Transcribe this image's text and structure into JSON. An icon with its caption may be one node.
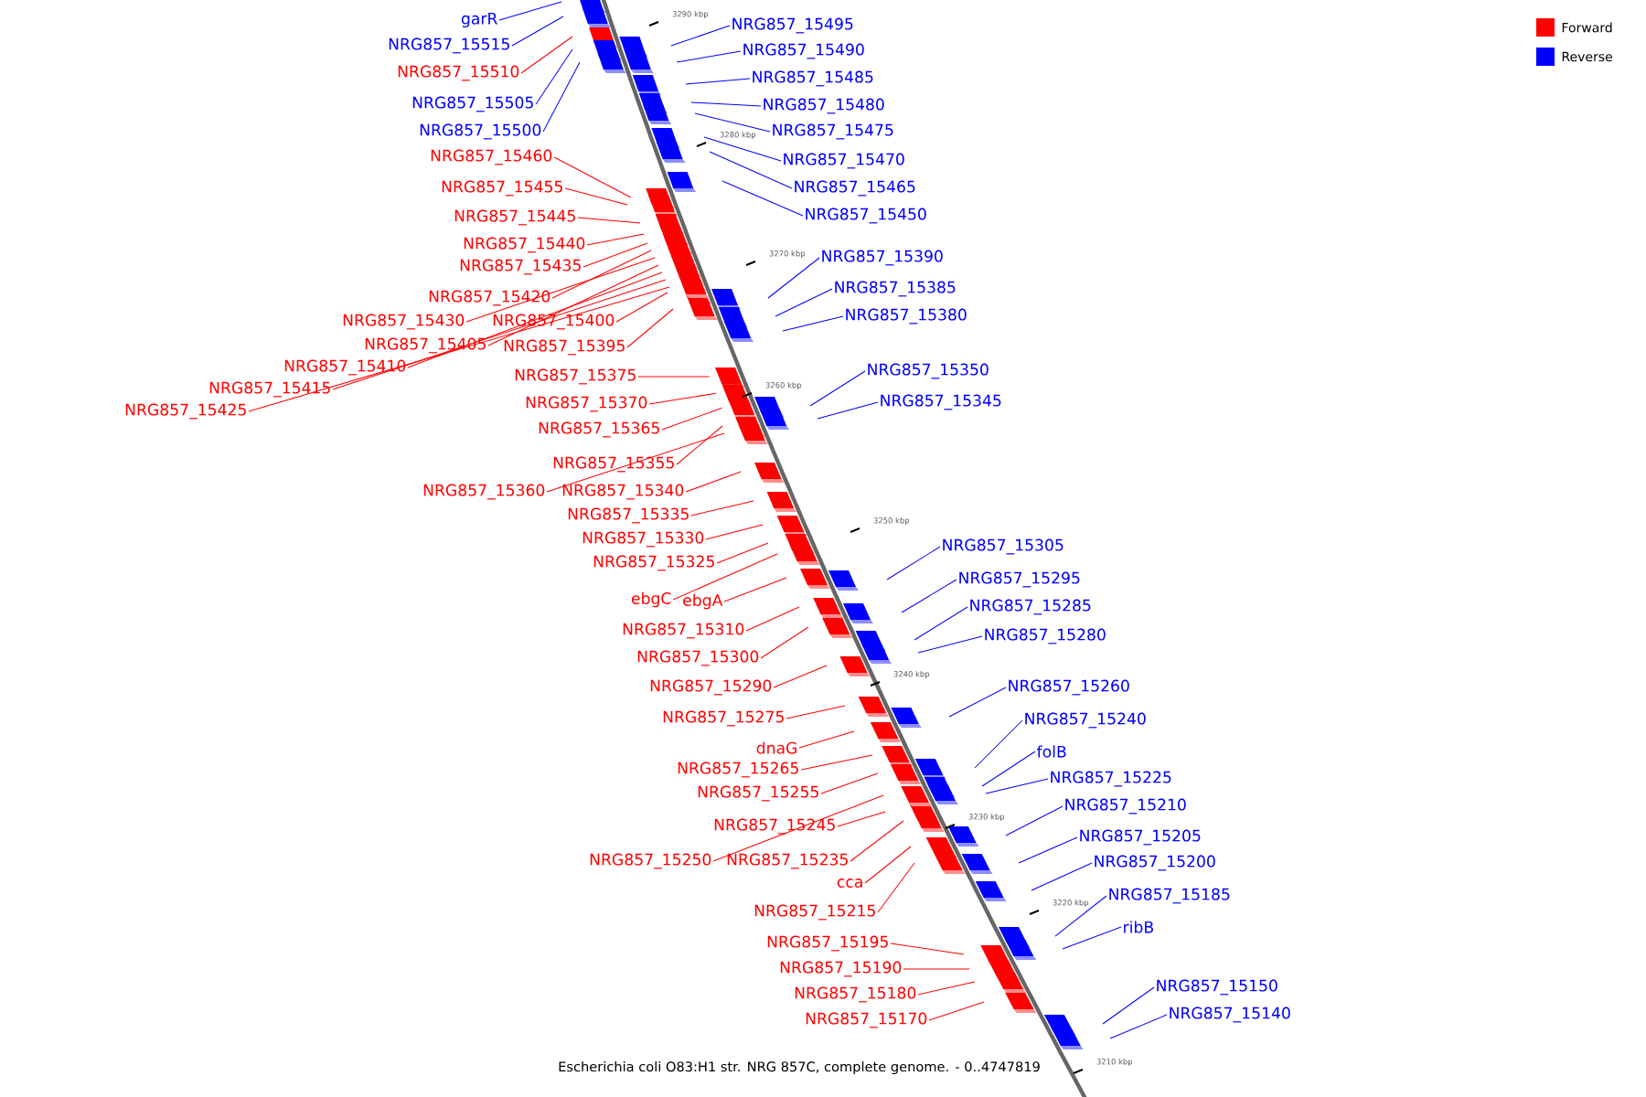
{
  "diagram": {
    "caption": "Escherichia coli O83:H1 str. NRG 857C, complete genome. - 0..4747819",
    "nodes": [
      {
        "text": [
          "garR"
        ]
      },
      {
        "text": [
          "NRG857_15515"
        ]
      },
      {
        "text": [
          "NRG857_15510"
        ]
      },
      {
        "text": [
          "NRG857_15505"
        ]
      },
      {
        "text": [
          "NRG857_15500"
        ]
      },
      {
        "text": [
          "NRG857_15495"
        ]
      },
      {
        "text": [
          "NRG857_15490"
        ]
      },
      {
        "text": [
          "NRG857_15485"
        ]
      },
      {
        "text": [
          "NRG857_15480"
        ]
      },
      {
        "text": [
          "NRG857_15475"
        ]
      },
      {
        "text": [
          "NRG857_15470"
        ]
      },
      {
        "text": [
          "NRG857_15465"
        ]
      },
      {
        "text": [
          "NRG857_15450"
        ]
      },
      {
        "text": [
          "NRG857_15460"
        ]
      },
      {
        "text": [
          "NRG857_15455"
        ]
      },
      {
        "text": [
          "NRG857_15445"
        ]
      },
      {
        "text": [
          "NRG857_15440"
        ]
      },
      {
        "text": [
          "NRG857_15435"
        ]
      },
      {
        "text": [
          "NRG857_15420"
        ]
      },
      {
        "text": [
          "NRG857_15430"
        ]
      },
      {
        "text": [
          "NRG857_15400"
        ]
      },
      {
        "text": [
          "NRG857_15405"
        ]
      },
      {
        "text": [
          "NRG857_15395"
        ]
      },
      {
        "text": [
          "NRG857_15410"
        ]
      },
      {
        "text": [
          "NRG857_15415"
        ]
      },
      {
        "text": [
          "NRG857_15425"
        ]
      },
      {
        "text": [
          "NRG857_15390"
        ]
      },
      {
        "text": [
          "NRG857_15385"
        ]
      },
      {
        "text": [
          "NRG857_15380"
        ]
      },
      {
        "text": [
          "NRG857_15375"
        ]
      },
      {
        "text": [
          "NRG857_15370"
        ]
      },
      {
        "text": [
          "NRG857_15350"
        ]
      },
      {
        "text": [
          "NRG857_15345"
        ]
      },
      {
        "text": [
          "NRG857_15365"
        ]
      },
      {
        "text": [
          "NRG857_15355"
        ]
      },
      {
        "text": [
          "NRG857_15360"
        ]
      },
      {
        "text": [
          "NRG857_15340"
        ]
      },
      {
        "text": [
          "NRG857_15335"
        ]
      },
      {
        "text": [
          "NRG857_15330"
        ]
      },
      {
        "text": [
          "NRG857_15325"
        ]
      },
      {
        "text": [
          "ebgC"
        ]
      },
      {
        "text": [
          "ebgA"
        ]
      },
      {
        "text": [
          "NRG857_15310"
        ]
      },
      {
        "text": [
          "NRG857_15300"
        ]
      },
      {
        "text": [
          "NRG857_15305"
        ]
      },
      {
        "text": [
          "NRG857_15295"
        ]
      },
      {
        "text": [
          "NRG857_15285"
        ]
      },
      {
        "text": [
          "NRG857_15280"
        ]
      },
      {
        "text": [
          "NRG857_15290"
        ]
      },
      {
        "text": [
          "NRG857_15260"
        ]
      },
      {
        "text": [
          "NRG857_15275"
        ]
      },
      {
        "text": [
          "NRG857_15240"
        ]
      },
      {
        "text": [
          "dnaG"
        ]
      },
      {
        "text": [
          "folB"
        ]
      },
      {
        "text": [
          "NRG857_15265"
        ]
      },
      {
        "text": [
          "NRG857_15225"
        ]
      },
      {
        "text": [
          "NRG857_15255"
        ]
      },
      {
        "text": [
          "NRG857_15210"
        ]
      },
      {
        "text": [
          "NRG857_15245"
        ]
      },
      {
        "text": [
          "NRG857_15205"
        ]
      },
      {
        "text": [
          "NRG857_15250"
        ]
      },
      {
        "text": [
          "NRG857_15235"
        ]
      },
      {
        "text": [
          "NRG857_15200"
        ]
      },
      {
        "text": [
          "cca"
        ]
      },
      {
        "text": [
          "NRG857_15185"
        ]
      },
      {
        "text": [
          "NRG857_15215"
        ]
      },
      {
        "text": [
          "ribB"
        ]
      },
      {
        "text": [
          "NRG857_15195"
        ]
      },
      {
        "text": [
          "NRG857_15190"
        ]
      },
      {
        "text": [
          "NRG857_15150"
        ]
      },
      {
        "text": [
          "NRG857_15180"
        ]
      },
      {
        "text": [
          "NRG857_15140"
        ]
      },
      {
        "text": [
          "NRG857_15170"
        ]
      }
    ],
    "edges": [
      {
        "from": 0,
        "to": null,
        "arrow": "none",
        "color": "#0000ff"
      },
      {
        "from": 1,
        "to": null,
        "arrow": "none",
        "color": "#0000ff"
      },
      {
        "from": 2,
        "to": null,
        "arrow": "none"
      },
      {
        "from": 3,
        "to": null,
        "arrow": "none",
        "color": "#0000ff"
      },
      {
        "from": 4,
        "to": null,
        "arrow": "none",
        "color": "#0000ff"
      },
      {
        "from": 5,
        "to": null,
        "arrow": "none",
        "color": "#0000ff"
      },
      {
        "from": 6,
        "to": null,
        "arrow": "none",
        "color": "#0000ff"
      },
      {
        "from": 7,
        "to": null,
        "arrow": "none",
        "color": "#0000ff"
      },
      {
        "from": 8,
        "to": null,
        "arrow": "none",
        "color": "#0000ff"
      },
      {
        "from": 9,
        "to": null,
        "arrow": "none",
        "color": "#0000ff"
      },
      {
        "from": 10,
        "to": null,
        "arrow": "none",
        "color": "#0000ff"
      },
      {
        "from": 11,
        "to": null,
        "arrow": "none",
        "color": "#0000ff"
      },
      {
        "from": 12,
        "to": null,
        "arrow": "none",
        "color": "#0000ff"
      },
      {
        "from": 13,
        "to": null,
        "arrow": "none"
      },
      {
        "from": 14,
        "to": null,
        "arrow": "none"
      },
      {
        "from": 15,
        "to": null,
        "arrow": "none"
      },
      {
        "from": 16,
        "to": null,
        "arrow": "none"
      },
      {
        "from": 17,
        "to": null,
        "arrow": "none"
      },
      {
        "from": 18,
        "to": null,
        "arrow": "none"
      },
      {
        "from": 19,
        "to": null,
        "arrow": "none"
      },
      {
        "from": 20,
        "to": null,
        "arrow": "none"
      },
      {
        "from": 21,
        "to": null,
        "arrow": "none"
      },
      {
        "from": 22,
        "to": null,
        "arrow": "none"
      },
      {
        "from": 23,
        "to": null,
        "arrow": "none"
      },
      {
        "from": 24,
        "to": null,
        "arrow": "none"
      },
      {
        "from": 25,
        "to": null,
        "arrow": "none"
      },
      {
        "from": 26,
        "to": null,
        "arrow": "none",
        "color": "#0000ff"
      },
      {
        "from": 27,
        "to": null,
        "arrow": "none",
        "color": "#0000ff"
      },
      {
        "from": 28,
        "to": null,
        "arrow": "none",
        "color": "#0000ff"
      },
      {
        "from": 29,
        "to": null,
        "arrow": "none"
      },
      {
        "from": 30,
        "to": null,
        "arrow": "none"
      },
      {
        "from": 31,
        "to": null,
        "arrow": "none",
        "color": "#0000ff"
      },
      {
        "from": 32,
        "to": null,
        "arrow": "none",
        "color": "#0000ff"
      },
      {
        "from": 33,
        "to": null,
        "arrow": "none"
      },
      {
        "from": 34,
        "to": null,
        "arrow": "none"
      },
      {
        "from": 35,
        "to": null,
        "arrow": "none"
      },
      {
        "from": 36,
        "to": null,
        "arrow": "none"
      },
      {
        "from": 37,
        "to": null,
        "arrow": "none"
      },
      {
        "from": 38,
        "to": null,
        "arrow": "none"
      },
      {
        "from": 39,
        "to": null,
        "arrow": "none"
      },
      {
        "from": 40,
        "to": null,
        "arrow": "none"
      },
      {
        "from": 41,
        "to": null,
        "arrow": "none"
      },
      {
        "from": 42,
        "to": null,
        "arrow": "none"
      },
      {
        "from": 43,
        "to": null,
        "arrow": "none"
      },
      {
        "from": 44,
        "to": null,
        "arrow": "none",
        "color": "#0000ff"
      },
      {
        "from": 45,
        "to": null,
        "arrow": "none",
        "color": "#0000ff"
      },
      {
        "from": 46,
        "to": null,
        "arrow": "none",
        "color": "#0000ff"
      },
      {
        "from": 47,
        "to": null,
        "arrow": "none",
        "color": "#0000ff"
      },
      {
        "from": 48,
        "to": null,
        "arrow": "none"
      },
      {
        "from": 49,
        "to": null,
        "arrow": "none",
        "color": "#0000ff"
      },
      {
        "from": 50,
        "to": null,
        "arrow": "none"
      },
      {
        "from": 51,
        "to": null,
        "arrow": "none",
        "color": "#0000ff"
      },
      {
        "from": 52,
        "to": null,
        "arrow": "none"
      },
      {
        "from": 53,
        "to": null,
        "arrow": "none",
        "color": "#0000ff"
      },
      {
        "from": 54,
        "to": null,
        "arrow": "none"
      },
      {
        "from": 55,
        "to": null,
        "arrow": "none",
        "color": "#0000ff"
      },
      {
        "from": 56,
        "to": null,
        "arrow": "none"
      },
      {
        "from": 57,
        "to": null,
        "arrow": "none",
        "color": "#0000ff"
      },
      {
        "from": 58,
        "to": null,
        "arrow": "none"
      },
      {
        "from": 59,
        "to": null,
        "arrow": "none",
        "color": "#0000ff"
      },
      {
        "from": 60,
        "to": null,
        "arrow": "none"
      },
      {
        "from": 61,
        "to": null,
        "arrow": "none"
      },
      {
        "from": 62,
        "to": null,
        "arrow": "none",
        "color": "#0000ff"
      },
      {
        "from": 63,
        "to": null,
        "arrow": "none"
      },
      {
        "from": 64,
        "to": null,
        "arrow": "none",
        "color": "#0000ff"
      },
      {
        "from": 65,
        "to": null,
        "arrow": "none"
      },
      {
        "from": 66,
        "to": null,
        "arrow": "none",
        "color": "#0000ff"
      },
      {
        "from": 67,
        "to": null,
        "arrow": "none"
      },
      {
        "from": 68,
        "to": null,
        "arrow": "none"
      },
      {
        "from": 69,
        "to": null,
        "arrow": "none",
        "color": "#0000ff"
      },
      {
        "from": 70,
        "to": null,
        "arrow": "none"
      },
      {
        "from": 71,
        "to": null,
        "arrow": "none",
        "color": "#0000ff"
      },
      {
        "from": 72,
        "to": null,
        "arrow": "none"
      }
    ],
    "labels": [
      "3290 kbp",
      "3280 kbp",
      "3270 kbp",
      "3260 kbp",
      "3250 kbp",
      "3240 kbp",
      "3230 kbp",
      "3220 kbp",
      "3210 kbp"
    ],
    "legend": [
      {
        "text": "Forward",
        "color": "#ff0000"
      },
      {
        "text": "Reverse",
        "color": "#0000ff"
      }
    ]
  }
}
